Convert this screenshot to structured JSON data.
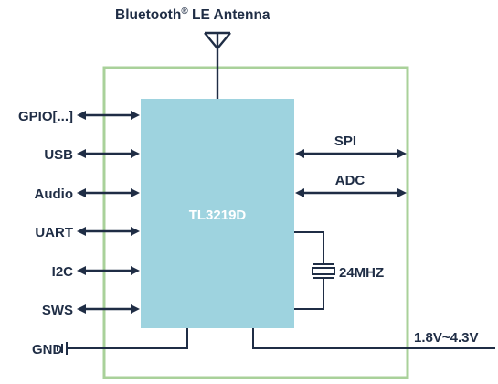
{
  "title": {
    "main": "Bluetooth",
    "superscript": "®",
    "rest": " LE Antenna"
  },
  "chip": {
    "name": "TL3219D"
  },
  "left_interfaces": [
    "GPIO[...]",
    "USB",
    "Audio",
    "UART",
    "I2C",
    "SWS"
  ],
  "right_interfaces": [
    "SPI",
    "ADC"
  ],
  "crystal": {
    "label": "24MHZ"
  },
  "ground": {
    "label": "GND"
  },
  "power": {
    "label": "1.8V~4.3V"
  },
  "colors": {
    "board_outline": "#a9d19a",
    "chip_fill": "#9ed3df",
    "line": "#1f2d45",
    "text": "#1f2d45",
    "chip_text": "#ffffff"
  }
}
